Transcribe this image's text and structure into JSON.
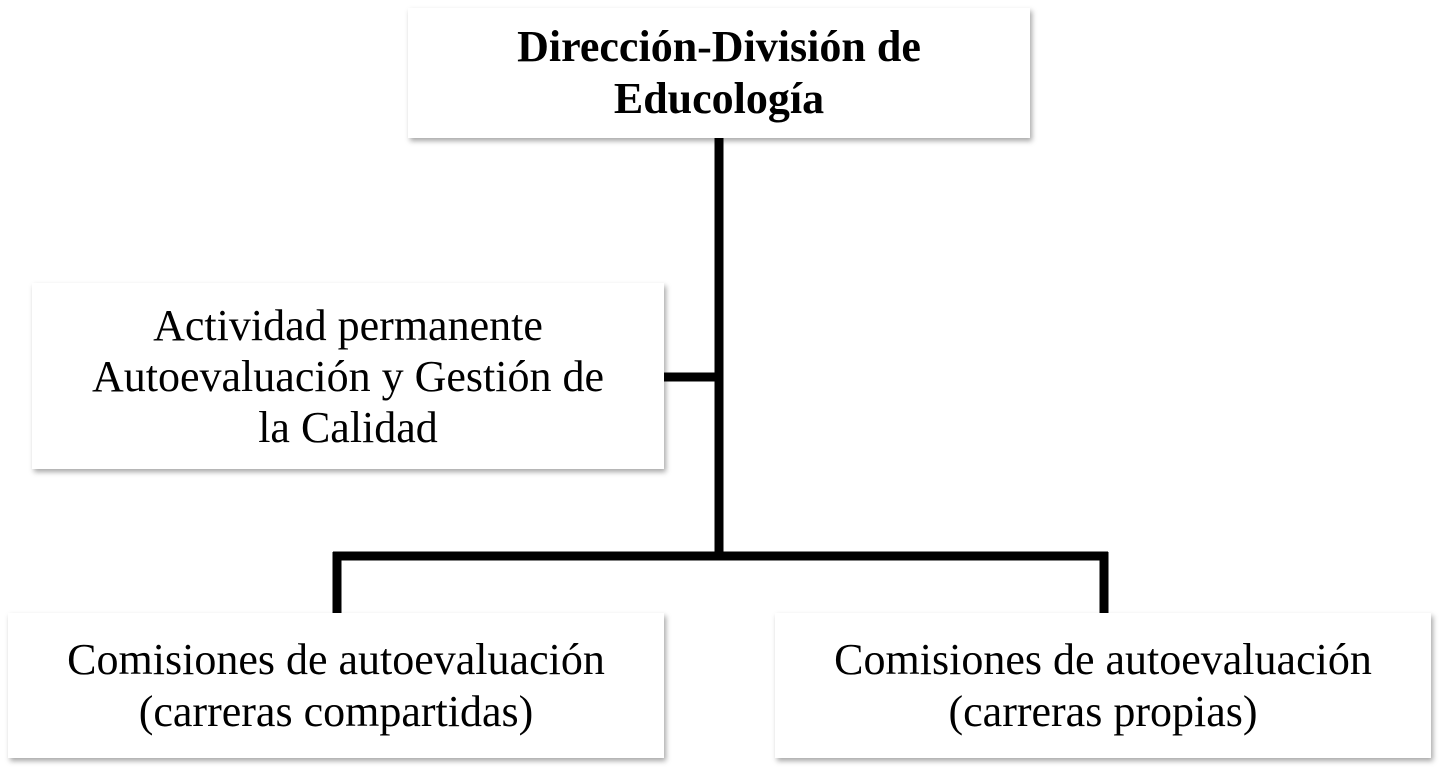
{
  "diagram": {
    "top_node": {
      "lines": [
        "Dirección-División de",
        "Educología"
      ]
    },
    "left_node": {
      "lines": [
        "Actividad permanente",
        "Autoevaluación y Gestión de",
        "la Calidad"
      ]
    },
    "bottom_left_node": {
      "lines": [
        "Comisiones de autoevaluación",
        "(carreras compartidas)"
      ]
    },
    "bottom_right_node": {
      "lines": [
        "Comisiones de autoevaluación",
        "(carreras propias)"
      ]
    },
    "connector_color": "#000000"
  }
}
